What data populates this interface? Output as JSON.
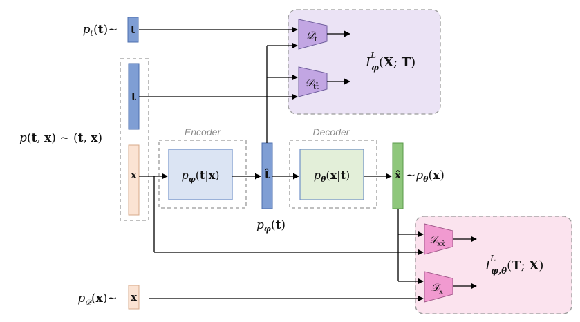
{
  "inputs": {
    "pt_label": "p_t(t)~",
    "pjoint_label": "p(t, x) ~ (t, x)",
    "pdata_label": "p_D(x)~"
  },
  "vectors": {
    "t_top": "t",
    "t_joint": "t",
    "x_joint": "x",
    "x_data": "x",
    "t_hat": "t̂",
    "x_hat": "x̂"
  },
  "encoder": {
    "title": "Encoder",
    "box": "p_φ(t|x)"
  },
  "decoder": {
    "title": "Decoder",
    "box": "p_θ(x|t)"
  },
  "marginals": {
    "p_phi_t": "p_φ(t)",
    "p_theta_x": "~p_θ(x)"
  },
  "discriminators": {
    "upper": [
      "D_t",
      "D_tt̂"
    ],
    "lower": [
      "D_xx̂",
      "D_x"
    ]
  },
  "objectives": {
    "upper": "I^L_φ(X;T)",
    "lower": "I^L_φ,θ(T;X)"
  },
  "colors": {
    "vector_blue": "#7f9ed4",
    "vector_peach": "#fbe3d3",
    "vector_green": "#8fc77c",
    "encoder_fill": "#dbe4f3",
    "decoder_fill": "#e3efd9",
    "upper_panel": "#ebe3f5",
    "lower_panel": "#fbe3ee",
    "disc_purple": "#c2a6e3",
    "disc_pink": "#f19ad0"
  }
}
